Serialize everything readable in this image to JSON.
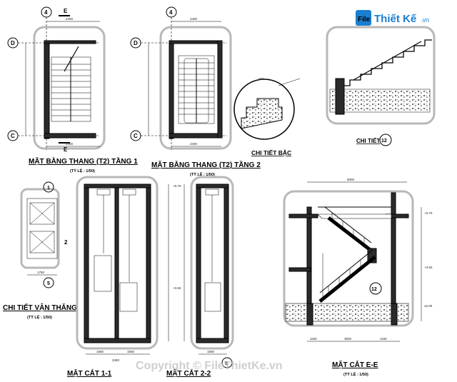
{
  "logo": {
    "text": "File",
    "brand": "Thiết Kế",
    "domain": ".vn"
  },
  "watermark": "Copyright © FileThietKe.vn",
  "views": {
    "plan1": {
      "title": "MẶT BẰNG THANG (T2) TẦNG 1",
      "scale": "(TỶ LỆ : 1/50)",
      "grid": [
        "4",
        "D",
        "C",
        "E"
      ]
    },
    "plan2": {
      "title": "MẶT BẰNG THANG (T2) TẦNG 2",
      "scale": "(TỶ LỆ : 1/50)",
      "grid": [
        "4",
        "D",
        "C"
      ]
    },
    "detail_step": {
      "title": "CHI TIẾT BẬC"
    },
    "detail12": {
      "title": "CHI TIẾT",
      "tag": "12"
    },
    "elevator": {
      "title": "CHI TIẾT VẬN THĂNG",
      "scale": "(TỶ LỆ : 1/50)",
      "grid": [
        "1",
        "2",
        "5"
      ]
    },
    "sec11": {
      "title": "MẶT CẮT 1-1"
    },
    "sec22": {
      "title": "MẶT CẮT 2-2"
    },
    "secEE": {
      "title": "MẶT CẮT E-E",
      "scale": "(TỶ LỆ : 1/50)",
      "tag": "12"
    }
  },
  "dims": {
    "plan1_top": "2400",
    "plan2_top": "2400",
    "plan1_bottom": "2400",
    "plan2_bottom": "2400",
    "secEE_top": "6000",
    "secEE_bottom": [
      "1150",
      "3500",
      "1150"
    ],
    "sec11_bottom": "3450",
    "sec11_parts": [
      "1650",
      "1650"
    ],
    "sec22_bottom": "1650",
    "elevator_bottom": "1750",
    "levels": [
      "+6.70",
      "+3.50",
      "±0.00"
    ]
  }
}
